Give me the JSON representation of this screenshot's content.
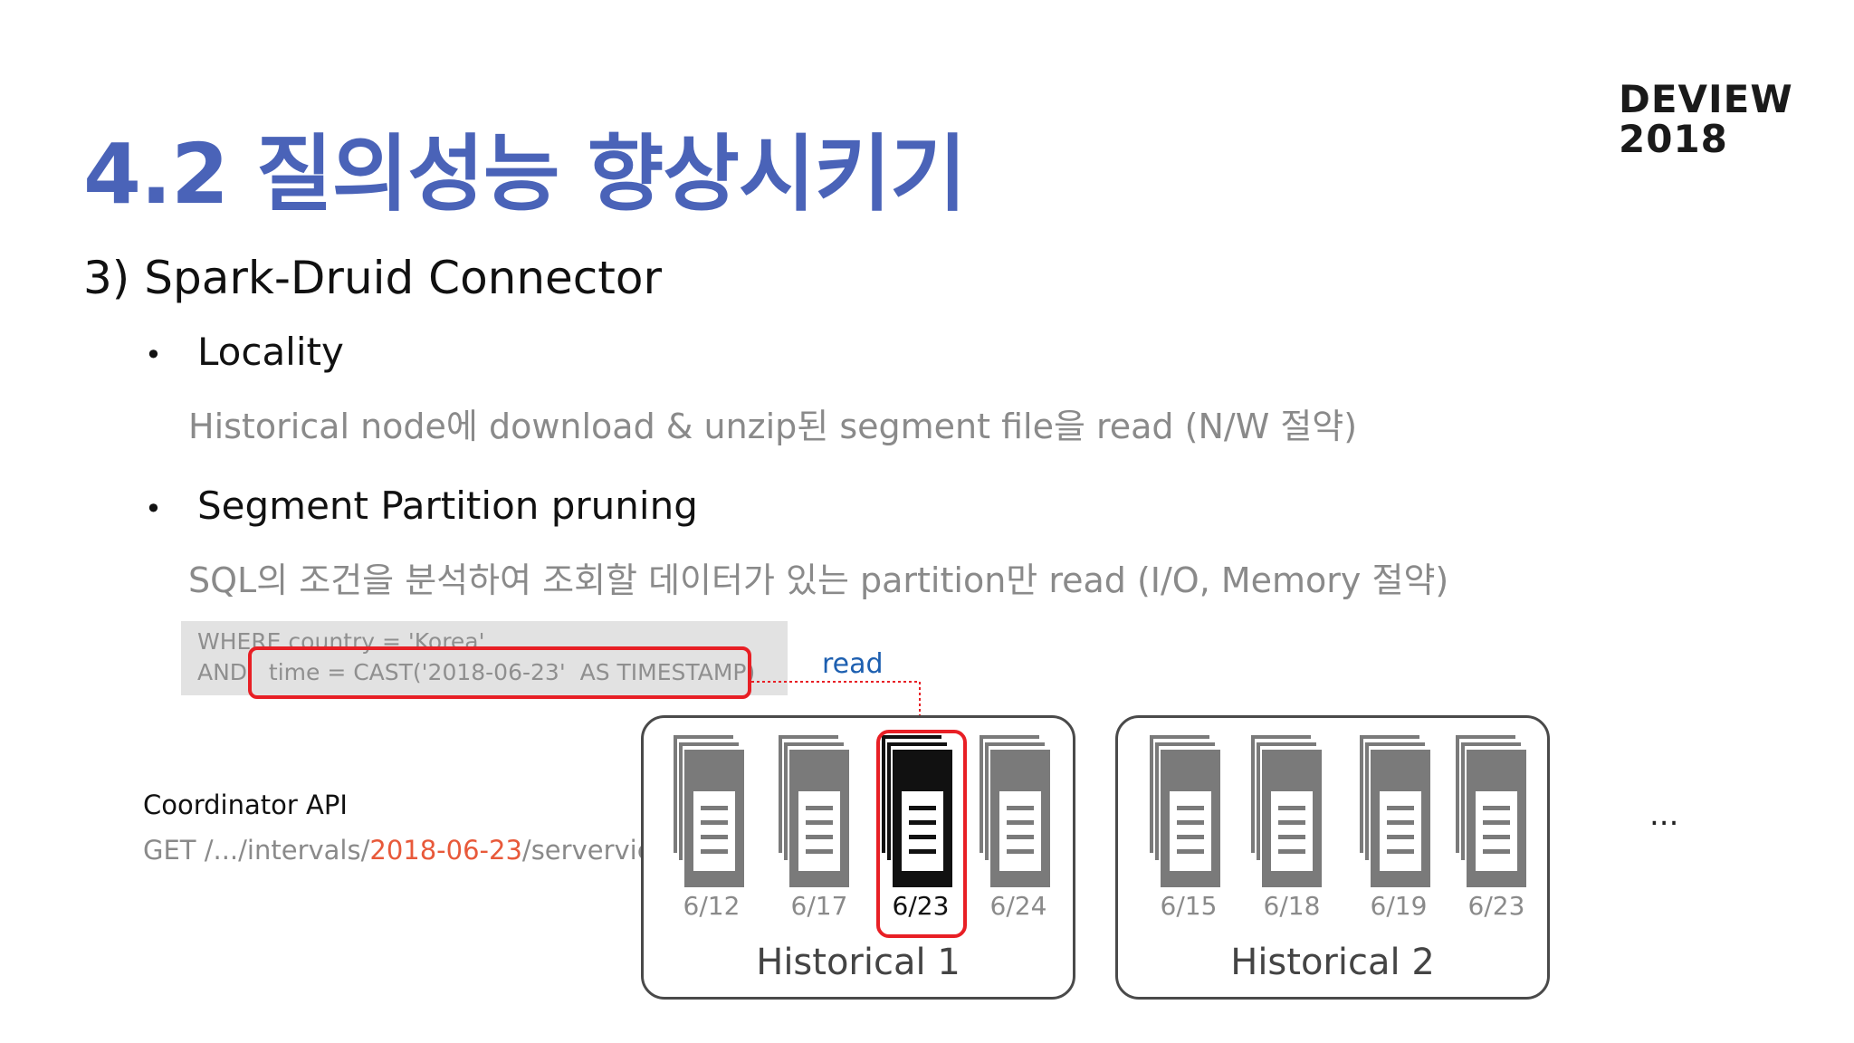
{
  "slide": {
    "title": "4.2 질의성능 향상시키기",
    "logo_line1": "DEVIEW",
    "logo_line2": "2018",
    "subtitle": "3) Spark-Druid Connector",
    "bullets": [
      {
        "heading": "Locality",
        "description": "Historical node에 download & unzip된 segment file을 read (N/W 절약)"
      },
      {
        "heading": "Segment Partition pruning",
        "description": "SQL의 조건을 분석하여 조회할 데이터가 있는 partition만 read (I/O, Memory 절약)"
      }
    ],
    "bullet_symbol": "•"
  },
  "sql": {
    "line1": "WHERE country = 'Korea'",
    "line2": "AND   time = CAST('2018-06-23'  AS TIMESTAMP)"
  },
  "read_label": "read",
  "coordinator": {
    "title": "Coordinator API",
    "url_prefix": "GET /.../intervals/",
    "url_highlight": "2018-06-23",
    "url_suffix": "/serverview"
  },
  "nodes": [
    {
      "name": "Historical 1",
      "segments": [
        "6/12",
        "6/17",
        "6/23",
        "6/24"
      ],
      "active_segment": "6/23"
    },
    {
      "name": "Historical 2",
      "segments": [
        "6/15",
        "6/18",
        "6/19",
        "6/23"
      ]
    }
  ],
  "ellipsis": "...",
  "colors": {
    "title": "#4a63b8",
    "highlight_border": "#e81f25",
    "read_label": "#1d5fb0",
    "date_highlight": "#e8593a"
  }
}
